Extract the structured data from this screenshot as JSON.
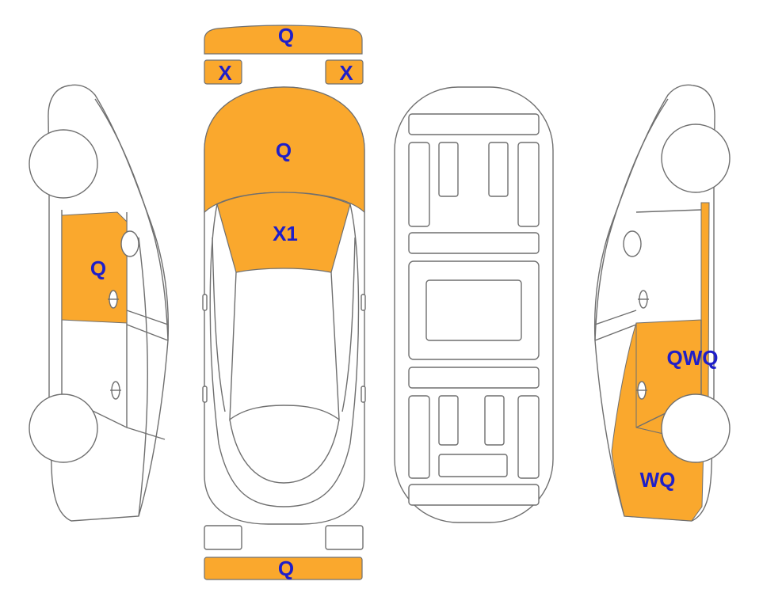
{
  "colors": {
    "damage_fill": "#FAA82D",
    "label_text": "#1F1FC8",
    "outline": "#6F6F6F",
    "background": "#FFFFFF"
  },
  "labels": {
    "front_bumper": "Q",
    "headlight_left": "X",
    "headlight_right": "X",
    "hood": "Q",
    "windshield": "X1",
    "rear_bumper": "Q",
    "left_front_door": "Q",
    "right_rear_door": "QWQ",
    "right_rear_quarter": "WQ"
  }
}
